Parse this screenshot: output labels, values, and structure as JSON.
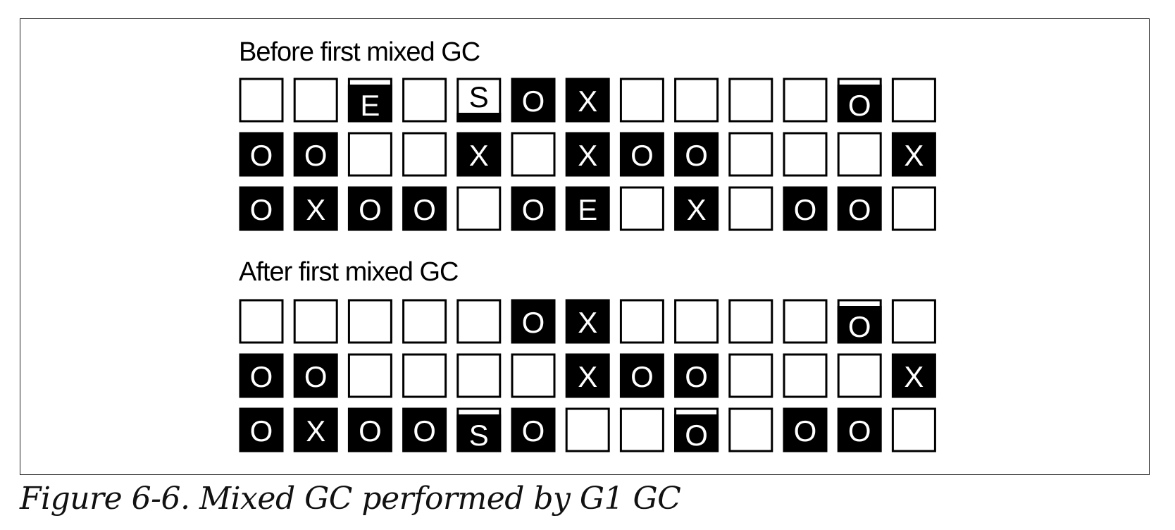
{
  "colors": {
    "filled": "#000000",
    "empty_fill": "#ffffff",
    "stroke": "#000000",
    "text_on_filled": "#ffffff",
    "text_on_empty": "#000000"
  },
  "sections": [
    {
      "heading": "Before first mixed GC",
      "rows": [
        [
          {
            "s": "empty",
            "l": ""
          },
          {
            "s": "empty",
            "l": ""
          },
          {
            "s": "bar-top",
            "l": "E"
          },
          {
            "s": "empty",
            "l": ""
          },
          {
            "s": "bar-bottom",
            "l": "S"
          },
          {
            "s": "filled",
            "l": "O"
          },
          {
            "s": "filled",
            "l": "X"
          },
          {
            "s": "empty",
            "l": ""
          },
          {
            "s": "empty",
            "l": ""
          },
          {
            "s": "empty",
            "l": ""
          },
          {
            "s": "empty",
            "l": ""
          },
          {
            "s": "bar-top",
            "l": "O"
          },
          {
            "s": "empty",
            "l": ""
          }
        ],
        [
          {
            "s": "filled",
            "l": "O"
          },
          {
            "s": "filled",
            "l": "O"
          },
          {
            "s": "empty",
            "l": ""
          },
          {
            "s": "empty",
            "l": ""
          },
          {
            "s": "filled",
            "l": "X"
          },
          {
            "s": "empty",
            "l": ""
          },
          {
            "s": "filled",
            "l": "X"
          },
          {
            "s": "filled",
            "l": "O"
          },
          {
            "s": "filled",
            "l": "O"
          },
          {
            "s": "empty",
            "l": ""
          },
          {
            "s": "empty",
            "l": ""
          },
          {
            "s": "empty",
            "l": ""
          },
          {
            "s": "filled",
            "l": "X"
          }
        ],
        [
          {
            "s": "filled",
            "l": "O"
          },
          {
            "s": "filled",
            "l": "X"
          },
          {
            "s": "filled",
            "l": "O"
          },
          {
            "s": "filled",
            "l": "O"
          },
          {
            "s": "empty",
            "l": ""
          },
          {
            "s": "filled",
            "l": "O"
          },
          {
            "s": "filled",
            "l": "E"
          },
          {
            "s": "empty",
            "l": ""
          },
          {
            "s": "filled",
            "l": "X"
          },
          {
            "s": "empty",
            "l": ""
          },
          {
            "s": "filled",
            "l": "O"
          },
          {
            "s": "filled",
            "l": "O"
          },
          {
            "s": "empty",
            "l": ""
          }
        ]
      ]
    },
    {
      "heading": "After first mixed GC",
      "rows": [
        [
          {
            "s": "empty",
            "l": ""
          },
          {
            "s": "empty",
            "l": ""
          },
          {
            "s": "empty",
            "l": ""
          },
          {
            "s": "empty",
            "l": ""
          },
          {
            "s": "empty",
            "l": ""
          },
          {
            "s": "filled",
            "l": "O"
          },
          {
            "s": "filled",
            "l": "X"
          },
          {
            "s": "empty",
            "l": ""
          },
          {
            "s": "empty",
            "l": ""
          },
          {
            "s": "empty",
            "l": ""
          },
          {
            "s": "empty",
            "l": ""
          },
          {
            "s": "bar-top",
            "l": "O"
          },
          {
            "s": "empty",
            "l": ""
          }
        ],
        [
          {
            "s": "filled",
            "l": "O"
          },
          {
            "s": "filled",
            "l": "O"
          },
          {
            "s": "empty",
            "l": ""
          },
          {
            "s": "empty",
            "l": ""
          },
          {
            "s": "empty",
            "l": ""
          },
          {
            "s": "empty",
            "l": ""
          },
          {
            "s": "filled",
            "l": "X"
          },
          {
            "s": "filled",
            "l": "O"
          },
          {
            "s": "filled",
            "l": "O"
          },
          {
            "s": "empty",
            "l": ""
          },
          {
            "s": "empty",
            "l": ""
          },
          {
            "s": "empty",
            "l": ""
          },
          {
            "s": "filled",
            "l": "X"
          }
        ],
        [
          {
            "s": "filled",
            "l": "O"
          },
          {
            "s": "filled",
            "l": "X"
          },
          {
            "s": "filled",
            "l": "O"
          },
          {
            "s": "filled",
            "l": "O"
          },
          {
            "s": "bar-top",
            "l": "S"
          },
          {
            "s": "filled",
            "l": "O"
          },
          {
            "s": "empty",
            "l": ""
          },
          {
            "s": "empty",
            "l": ""
          },
          {
            "s": "bar-top",
            "l": "O"
          },
          {
            "s": "empty",
            "l": ""
          },
          {
            "s": "filled",
            "l": "O"
          },
          {
            "s": "filled",
            "l": "O"
          },
          {
            "s": "empty",
            "l": ""
          }
        ]
      ]
    }
  ],
  "caption": "Figure 6-6. Mixed GC performed by G1 GC"
}
